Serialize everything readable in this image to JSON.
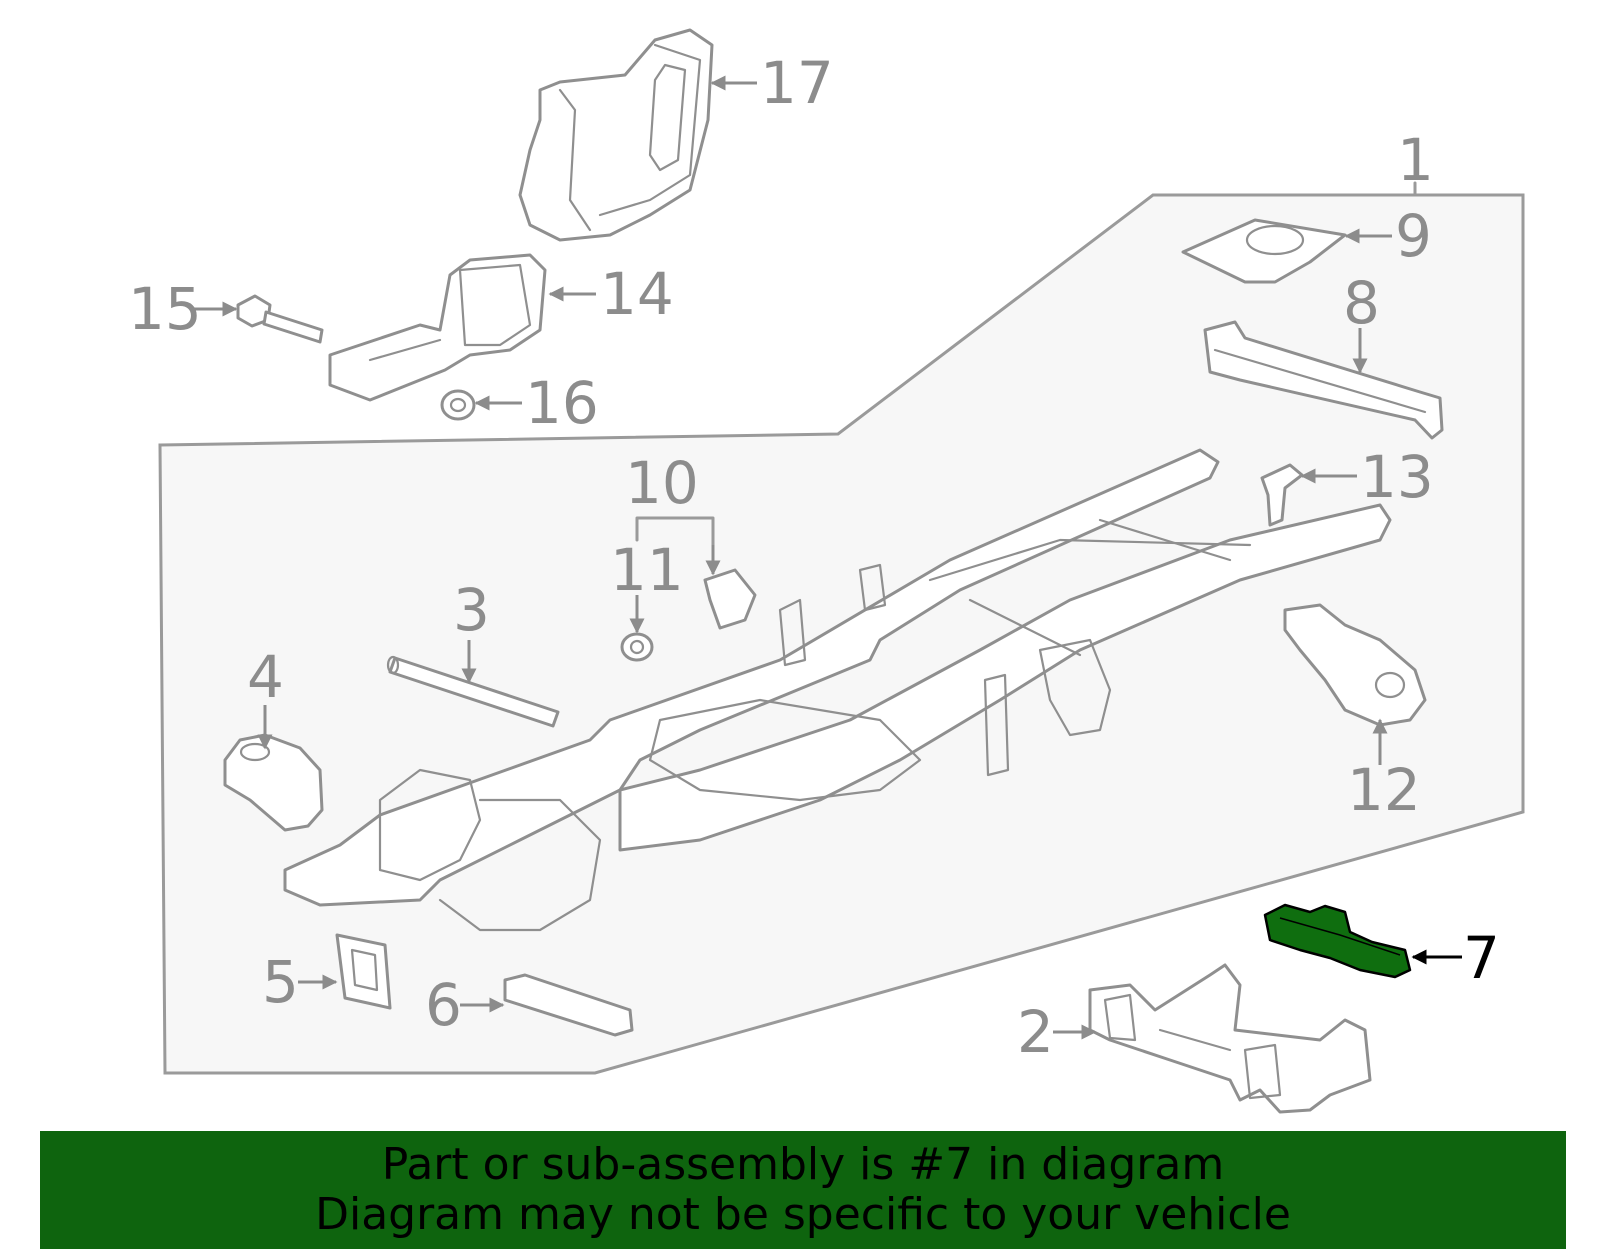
{
  "callouts": {
    "p1": "1",
    "p2": "2",
    "p3": "3",
    "p4": "4",
    "p5": "5",
    "p6": "6",
    "p7": "7",
    "p8": "8",
    "p9": "9",
    "p10": "10",
    "p11": "11",
    "p12": "12",
    "p13": "13",
    "p14": "14",
    "p15": "15",
    "p16": "16",
    "p17": "17"
  },
  "highlighted_part": "7",
  "colors": {
    "highlight_fill": "#0f6e0f",
    "banner_background": "#0e640e",
    "line_gray": "#9a9a9a",
    "frame_panel": "#f7f7f7"
  },
  "banner": {
    "line1": "Part or sub-assembly is #7 in diagram",
    "line2": "Diagram may not be specific to your vehicle"
  }
}
